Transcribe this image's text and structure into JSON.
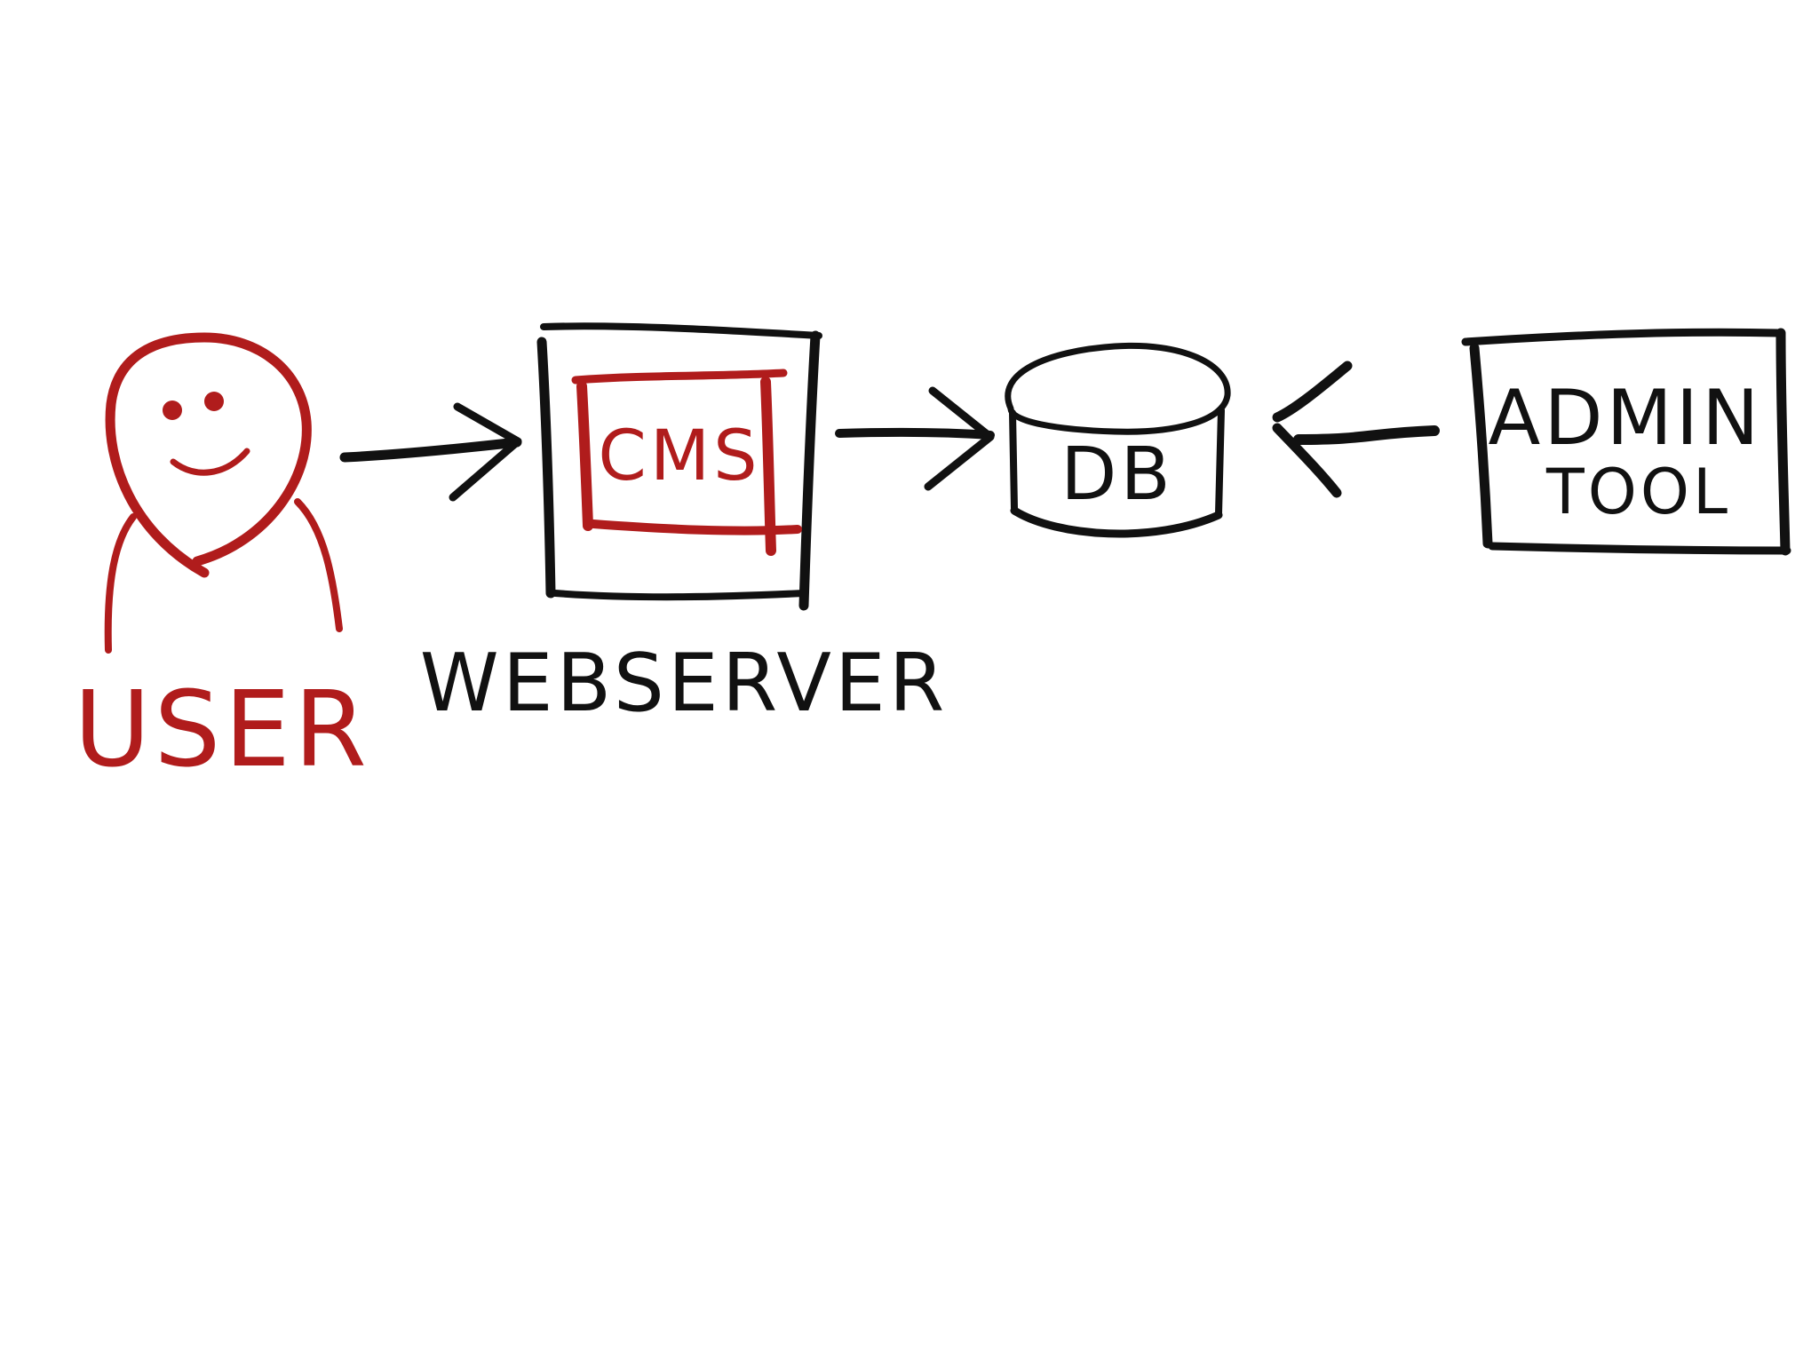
{
  "colors": {
    "accent": "#b01c1c",
    "ink": "#111111",
    "background": "#ffffff"
  },
  "nodes": {
    "user": {
      "label": "USER",
      "icon": "person-icon"
    },
    "webserver": {
      "label": "WEBSERVER",
      "inner_label": "CMS"
    },
    "db": {
      "label": "DB",
      "icon": "database-icon"
    },
    "admin_tool": {
      "label_line1": "ADMIN",
      "label_line2": "TOOL"
    }
  },
  "edges": [
    {
      "from": "user",
      "to": "webserver"
    },
    {
      "from": "webserver",
      "to": "db"
    },
    {
      "from": "admin_tool",
      "to": "db"
    }
  ]
}
